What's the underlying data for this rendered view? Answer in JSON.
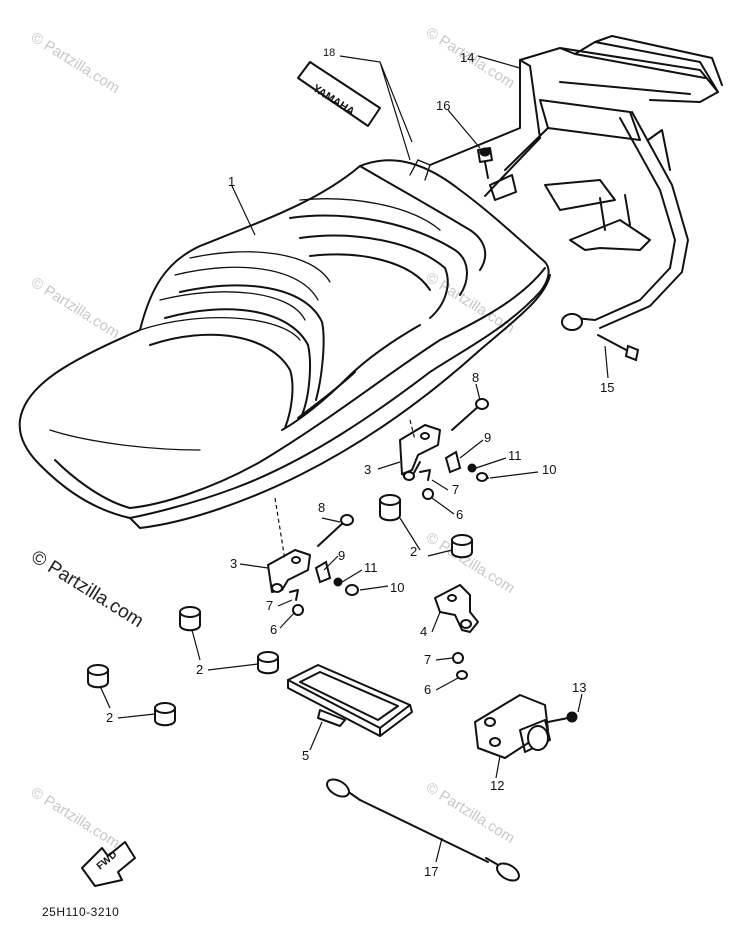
{
  "watermarks": {
    "small": "© Partzilla.com",
    "large": "© Partzilla.com"
  },
  "emblem": {
    "text": "YAMAHA"
  },
  "forward_arrow": {
    "text": "FWD"
  },
  "diagram_code": "25H110-3210",
  "callouts": {
    "c1": "1",
    "c18": "18",
    "c14": "14",
    "c16": "16",
    "c15": "15",
    "c8a": "8",
    "c9a": "9",
    "c11a": "11",
    "c10a": "10",
    "c3a": "3",
    "c7a": "7",
    "c6a": "6",
    "c8b": "8",
    "c9b": "9",
    "c3b": "3",
    "c11b": "11",
    "c10b": "10",
    "c7b": "7",
    "c6b": "6",
    "c2a": "2",
    "c2b": "2",
    "c2c": "2",
    "c4": "4",
    "c7c": "7",
    "c6c": "6",
    "c13": "13",
    "c5": "5",
    "c12": "12",
    "c17": "17"
  }
}
